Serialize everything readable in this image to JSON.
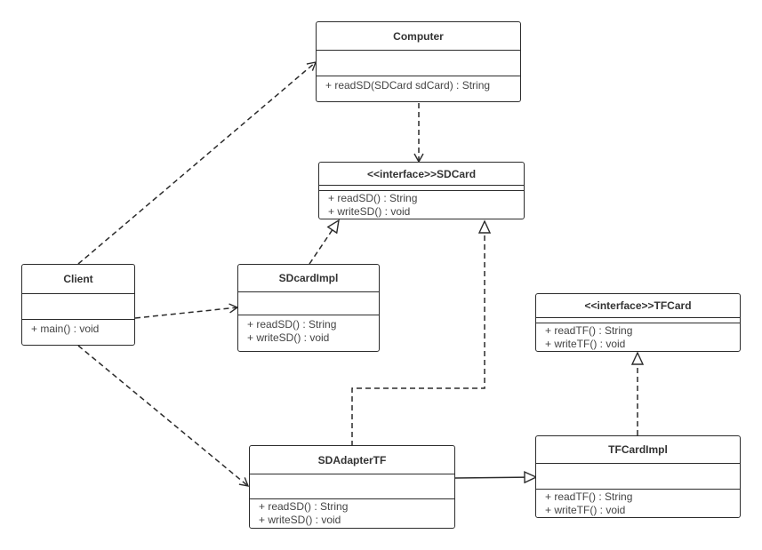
{
  "diagram": {
    "classes": {
      "computer": {
        "name": "Computer",
        "methods": [
          "+ readSD(SDCard sdCard) : String"
        ]
      },
      "sdcard": {
        "name": "<<interface>>SDCard",
        "methods": [
          "+ readSD() : String",
          "+ writeSD() : void"
        ]
      },
      "client": {
        "name": "Client",
        "methods": [
          "+ main() : void"
        ]
      },
      "sdcardimpl": {
        "name": "SDcardImpl",
        "methods": [
          "+ readSD() : String",
          "+ writeSD() : void"
        ]
      },
      "tfcard": {
        "name": "<<interface>>TFCard",
        "methods": [
          "+ readTF() : String",
          "+ writeTF() : void"
        ]
      },
      "sdadaptertf": {
        "name": "SDAdapterTF",
        "methods": [
          "+ readSD() : String",
          "+ writeSD() : void"
        ]
      },
      "tfcardimpl": {
        "name": "TFCardImpl",
        "methods": [
          "+ readTF() : String",
          "+ writeTF() : void"
        ]
      }
    }
  }
}
